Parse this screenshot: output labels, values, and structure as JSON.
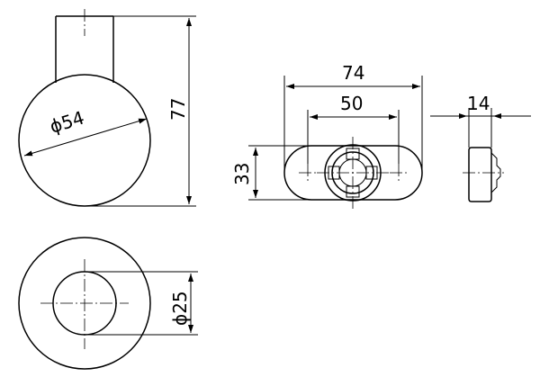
{
  "dimensions": {
    "front_diameter": "ϕ54",
    "overall_height": "77",
    "plate_length": "74",
    "hole_spacing": "50",
    "plate_height": "33",
    "side_thickness": "14",
    "bottom_hole_diameter": "ϕ25"
  }
}
